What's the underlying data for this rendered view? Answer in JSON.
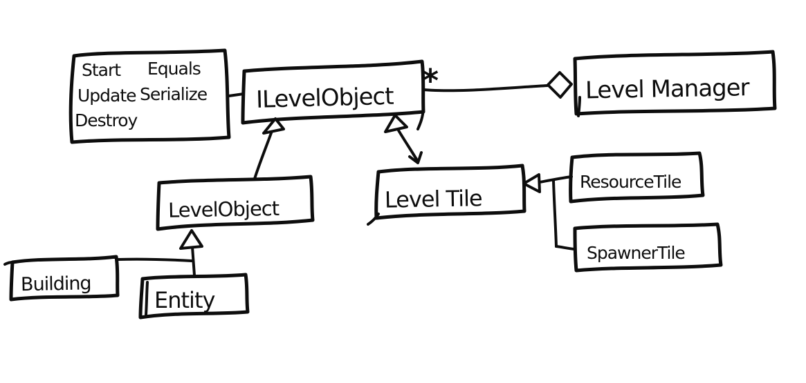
{
  "diagram": {
    "title": "hand-drawn UML class diagram",
    "background_color": "#ffffff",
    "ink_color": "#0d0d0d",
    "nodes": {
      "interface_methods": {
        "row1": [
          "Start",
          "Equals"
        ],
        "row2": [
          "Update",
          "Serialize"
        ],
        "row3": [
          "Destroy"
        ]
      },
      "ilevelobject": {
        "label": "ILevelObject"
      },
      "levelmanager": {
        "label": "Level Manager"
      },
      "levelobject": {
        "label": "LevelObject"
      },
      "leveltile": {
        "label": "Level Tile"
      },
      "resourcetile": {
        "label": "ResourceTile"
      },
      "spawnertile": {
        "label": "SpawnerTile"
      },
      "building": {
        "label": "Building"
      },
      "entity": {
        "label": "Entity"
      }
    },
    "edges": {
      "aggregation": {
        "multiplicity": "*"
      }
    }
  }
}
